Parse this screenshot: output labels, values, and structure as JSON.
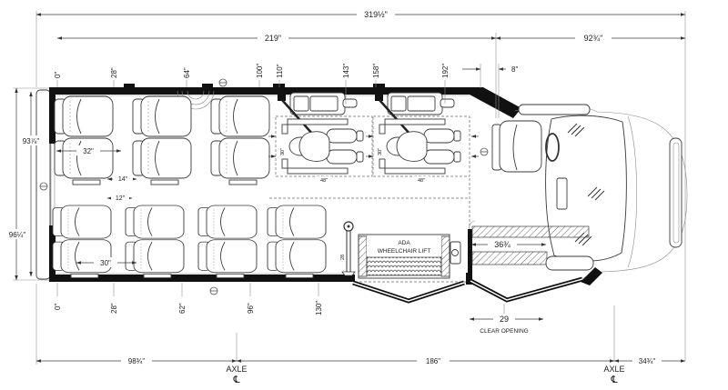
{
  "drawing": {
    "top": {
      "overall": "319½\"",
      "mid": "219\"",
      "front": "92¾\"",
      "offset": "8\"",
      "ticks": [
        "0\"",
        "28\"",
        "64\"",
        "100\"",
        "110\"",
        "143\"",
        "158\"",
        "192\""
      ]
    },
    "left": {
      "inner": "93⅞\"",
      "outer": "96¼\""
    },
    "bottom": {
      "ticks": [
        "0\"",
        "28\"",
        "62\"",
        "96\"",
        "130\""
      ],
      "rear_overhang": "98¾\"",
      "wheelbase": "186\"",
      "front_overhang": "34¾\"",
      "axle": "AXLE",
      "centerline": "℄"
    },
    "interior": {
      "seat_pitch_top": "32\"",
      "seat_gap_top": "14\"",
      "seat_gap_bottom": "12\"",
      "seat_pitch_bottom": "30\"",
      "stanchion": "28",
      "wc_width": "30\"",
      "wc_length": "48\"",
      "lift_line1": "ADA",
      "lift_line2": "WHEELCHAIR LIFT",
      "door_width": "36¾",
      "clear_opening": "29",
      "clear_opening_label": "CLEAR OPENING"
    }
  }
}
